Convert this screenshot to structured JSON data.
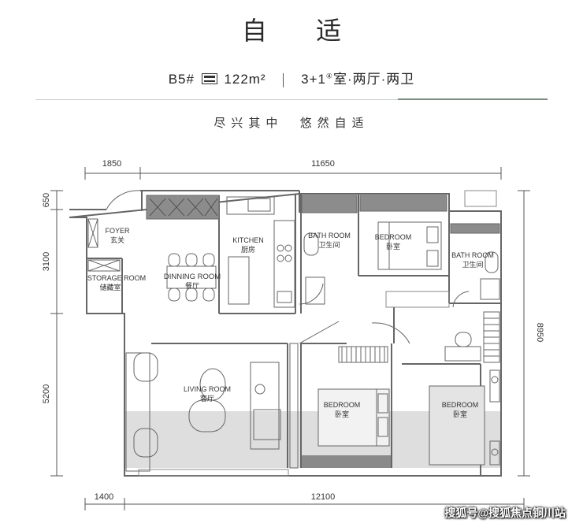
{
  "header": {
    "title": "自 适",
    "unit": "B5#",
    "area": "122m²",
    "layout_prefix": "3+1",
    "layout_sup": "④",
    "layout_suffix": "室·两厅·两卫",
    "slogan": "尽兴其中  悠然自适"
  },
  "dimensions": {
    "top_left": "1850",
    "top_right": "11650",
    "bottom_left": "1400",
    "bottom_right": "12100",
    "left_1": "650",
    "left_2": "3100",
    "left_3": "5200",
    "right_1": "8950"
  },
  "rooms": {
    "foyer_en": "FOYER",
    "foyer_cn": "玄关",
    "storage_en": "STORAGE ROOM",
    "storage_cn": "储藏室",
    "dining_en": "DINNING ROOM",
    "dining_cn": "餐厅",
    "kitchen_en": "KITCHEN",
    "kitchen_cn": "厨房",
    "bath1_en": "BATH ROOM",
    "bath1_cn": "卫生间",
    "bed1_en": "BEDROOM",
    "bed1_cn": "卧室",
    "bath2_en": "BATH ROOM",
    "bath2_cn": "卫生间",
    "living_en": "LIVING ROOM",
    "living_cn": "客厅",
    "bed2_en": "BEDROOM",
    "bed2_cn": "卧室",
    "bed3_en": "BEDROOM",
    "bed3_cn": "卧室"
  },
  "watermark": "搜狐号@搜狐焦点铜川站",
  "colors": {
    "wall": "#8a8a8a",
    "accent": "#7b8c83",
    "shade": "#d9d9d9"
  }
}
